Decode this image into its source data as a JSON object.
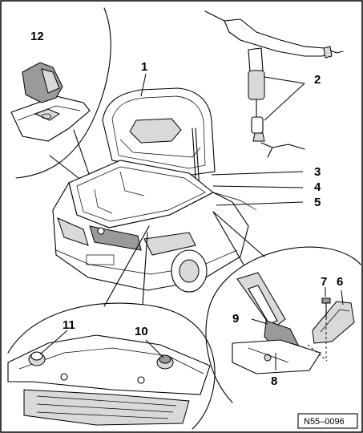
{
  "figure_code": "N55–0096",
  "callouts": {
    "c1": "1",
    "c2": "2",
    "c3": "3",
    "c4": "4",
    "c5": "5",
    "c6": "6",
    "c7": "7",
    "c8": "8",
    "c9": "9",
    "c10": "10",
    "c11": "11",
    "c12": "12"
  }
}
